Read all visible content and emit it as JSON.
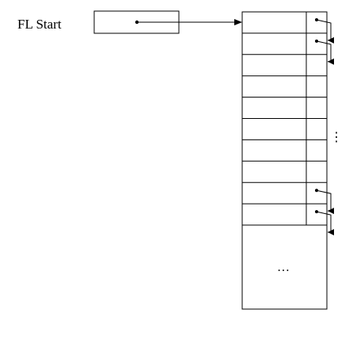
{
  "diagram": {
    "start_label": "FL Start",
    "block_ellipsis": "…",
    "side_ellipsis": "⋮",
    "row_count": 10,
    "rows_with_pointers": [
      0,
      1,
      8,
      9
    ]
  },
  "colors": {
    "stroke": "#000000",
    "background": "#ffffff"
  }
}
